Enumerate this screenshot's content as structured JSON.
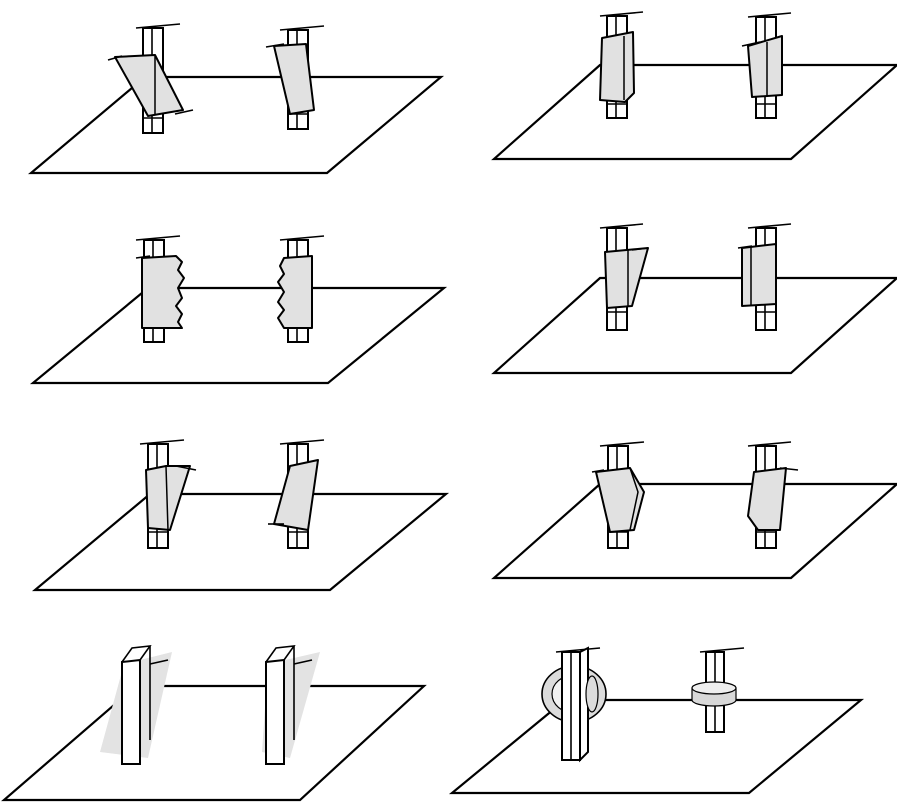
{
  "figure": {
    "panels": [
      {
        "id": "a",
        "row": 1,
        "column": 1,
        "variant": "tilted tapered sleeves"
      },
      {
        "id": "b",
        "row": 1,
        "column": 2,
        "variant": "straight tapered sleeves"
      },
      {
        "id": "c",
        "row": 2,
        "column": 1,
        "variant": "sleeves with jagged edge"
      },
      {
        "id": "d",
        "row": 2,
        "column": 2,
        "variant": "tapered and straight sleeves"
      },
      {
        "id": "e",
        "row": 3,
        "column": 1,
        "variant": "wedge sleeves"
      },
      {
        "id": "f",
        "row": 3,
        "column": 2,
        "variant": "faceted sleeves"
      },
      {
        "id": "g",
        "row": 4,
        "column": 1,
        "variant": "thin translucent sheets"
      },
      {
        "id": "h",
        "row": 4,
        "column": 2,
        "variant": "ring and disk"
      }
    ],
    "colors": {
      "line": "#000000",
      "sleeve_fill": "#e1e1e1",
      "background": "#ffffff"
    }
  }
}
